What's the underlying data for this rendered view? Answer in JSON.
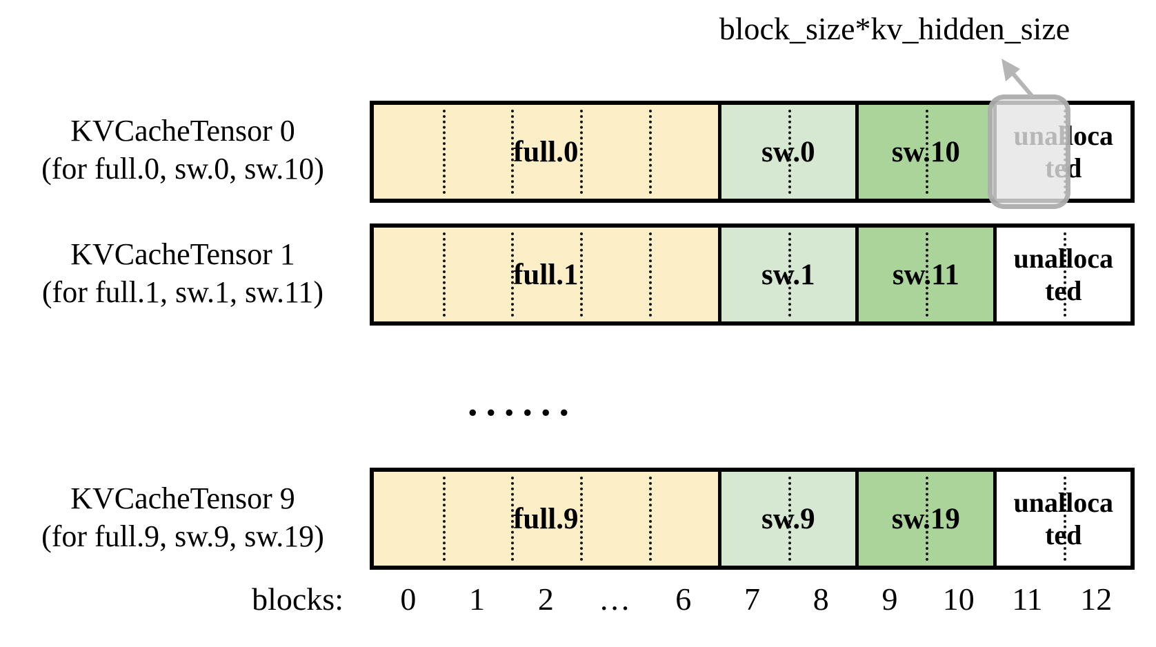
{
  "annotation": {
    "label": "block_size*kv_hidden_size"
  },
  "rows": [
    {
      "title": "KVCacheTensor 0",
      "subtitle": "(for full.0, sw.0, sw.10)",
      "full_label": "full.0",
      "sw_label": "sw.0",
      "sw_upper_label": "sw.10",
      "unallocated_line1": "unalloca",
      "unallocated_line2": "ted"
    },
    {
      "title": "KVCacheTensor 1",
      "subtitle": "(for full.1, sw.1, sw.11)",
      "full_label": "full.1",
      "sw_label": "sw.1",
      "sw_upper_label": "sw.11",
      "unallocated_line1": "unalloca",
      "unallocated_line2": "ted"
    },
    {
      "title": "KVCacheTensor 9",
      "subtitle": "(for full.9, sw.9, sw.19)",
      "full_label": "full.9",
      "sw_label": "sw.9",
      "sw_upper_label": "sw.19",
      "unallocated_line1": "unalloca",
      "unallocated_line2": "ted"
    }
  ],
  "rows_ellipsis": "......",
  "axis": {
    "label": "blocks:",
    "ticks": [
      "0",
      "1",
      "2",
      "…",
      "6",
      "7",
      "8",
      "9",
      "10",
      "11",
      "12"
    ]
  },
  "colors": {
    "full_block": "#FCEFC7",
    "sw_block": "#D6E8D2",
    "sw_upper_block": "#ABD49B",
    "unallocated_block": "#FFFFFF",
    "highlight_fill": "#E5E5E5",
    "highlight_border": "#9E9E9E",
    "arrow": "#B5B5B5",
    "outline": "#000000"
  }
}
